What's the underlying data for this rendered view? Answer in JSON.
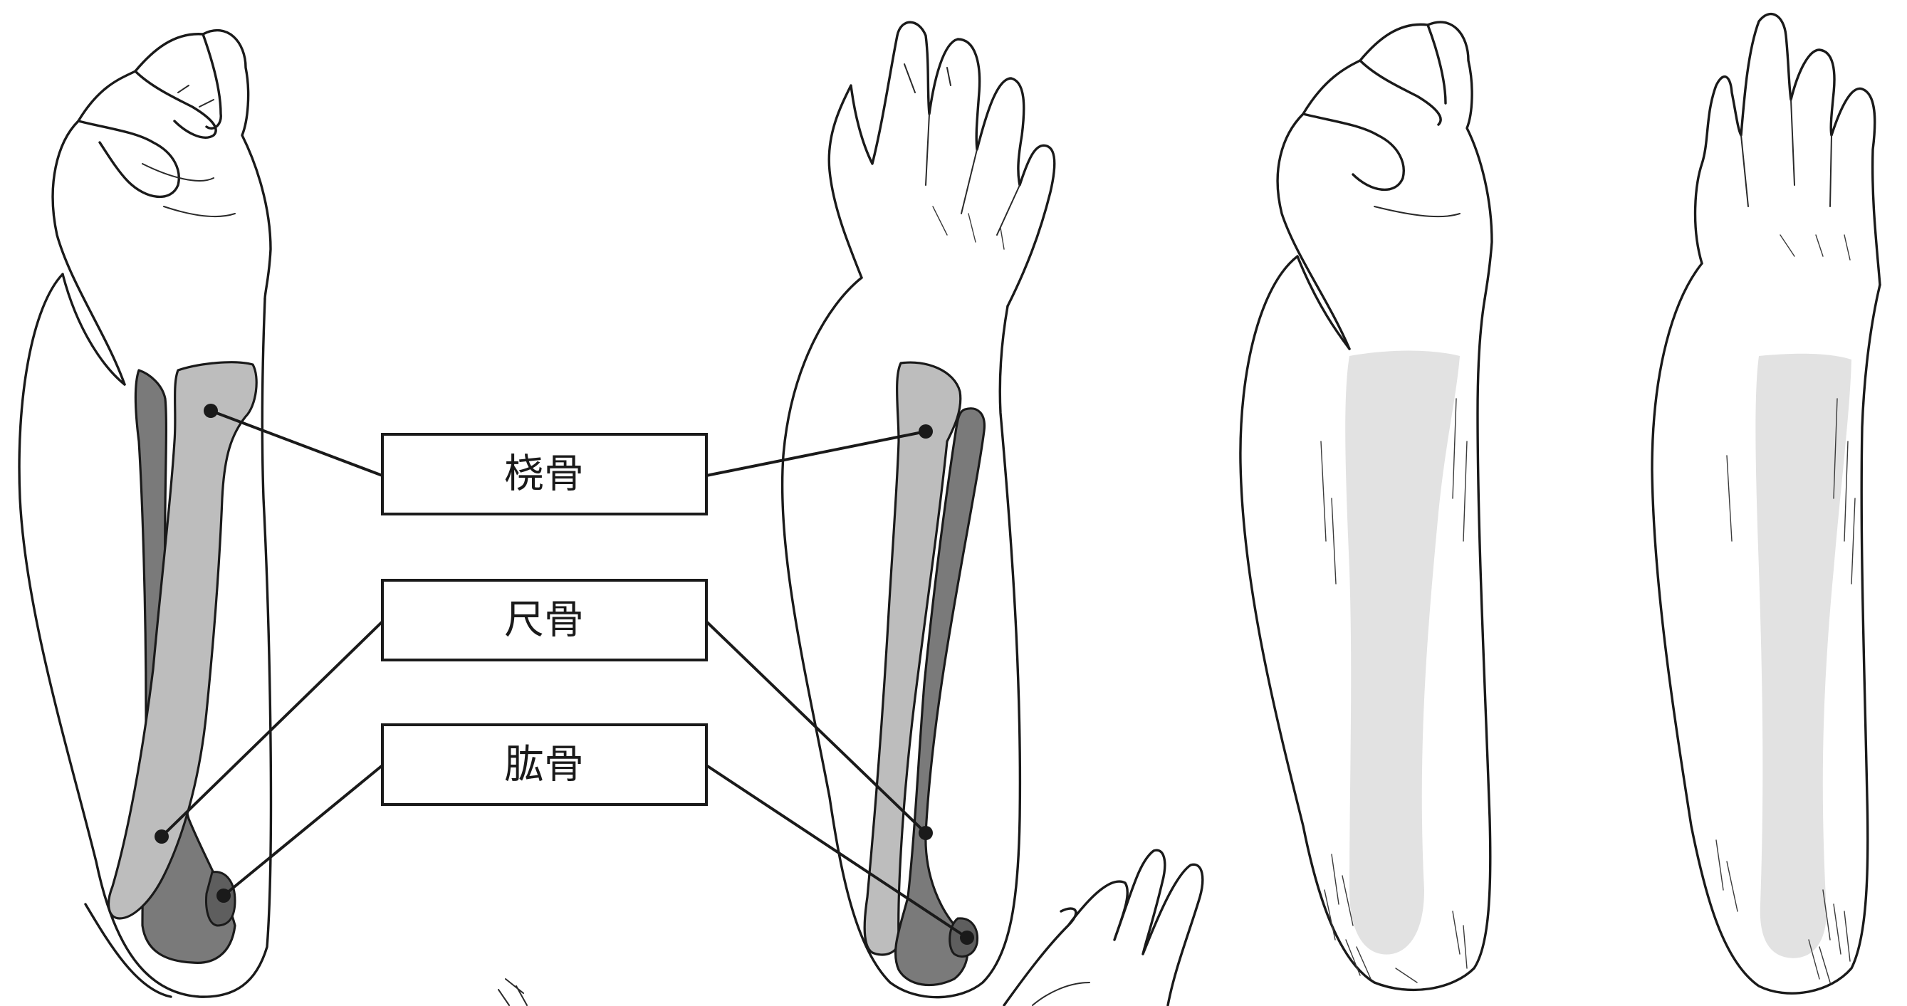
{
  "labels": [
    {
      "id": "radius",
      "text": "桡骨"
    },
    {
      "id": "ulna",
      "text": "尺骨"
    },
    {
      "id": "humerus",
      "text": "肱骨"
    }
  ],
  "colors": {
    "radius_fill": "#bdbdbd",
    "ulna_fill": "#7a7a7a",
    "humerus_fill": "#5e5e5e",
    "outline": "#1a1a1a"
  }
}
